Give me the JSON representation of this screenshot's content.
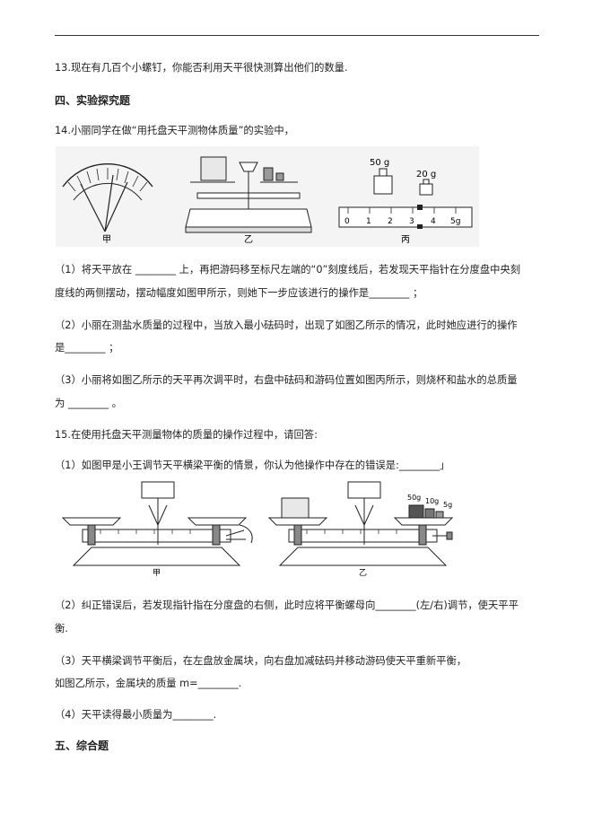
{
  "q13": "13.现在有几百个小螺钉，你能否利用天平很快测算出他们的数量.",
  "section4": "四、实验探究题",
  "q14": {
    "stem": "14.小丽同学在做“用托盘天平测物体质量”的实验中，",
    "fig_labels": {
      "a": "甲",
      "b": "乙",
      "c": "丙"
    },
    "weights": {
      "w1": "50 g",
      "w2": "20 g"
    },
    "ruler": {
      "ticks": [
        "0",
        "1",
        "2",
        "3",
        "4",
        "5g"
      ]
    },
    "p1_l1": "（1）将天平放在 ________ 上，再把游码移至标尺左端的“0”刻度线后，若发现天平指针在分度盘中央刻",
    "p1_l2": "度线的两侧摆动，摆动幅度如图甲所示，则她下一步应该进行的操作是________ ；",
    "p2_l1": "（2）小丽在测盐水质量的过程中，当放入最小砝码时，出现了如图乙所示的情况，此时她应进行的操作",
    "p2_l2": "是________ ；",
    "p3_l1": "（3）小丽将如图乙所示的天平再次调平时，右盘中砝码和游码位置如图丙所示，则烧杯和盐水的总质量",
    "p3_l2": "为 ________ 。"
  },
  "q15": {
    "stem": "15.在使用托盘天平测量物体的质量的操作过程中，请回答:",
    "p1": "（1）如图甲是小王调节天平横梁平衡的情景，你认为他操作中存在的错误是:________」",
    "fig_labels": {
      "a": "甲",
      "b": "乙"
    },
    "weights": {
      "w1": "50g",
      "w2": "10g",
      "w3": "5g"
    },
    "p2_l1": "（2）纠正错误后，若发现指针指在分度盘的右侧，此时应将平衡螺母向________(左/右)调节，使天平平",
    "p2_l2": "衡.",
    "p3_l1": "（3）天平横梁调节平衡后，在左盘放金属块，向右盘加减砝码并移动游码使天平重新平衡，",
    "p3_l2": "如图乙所示，金属块的质量 m=________.",
    "p4": "（4）天平读得最小质量为________."
  },
  "section5": "五、综合题"
}
